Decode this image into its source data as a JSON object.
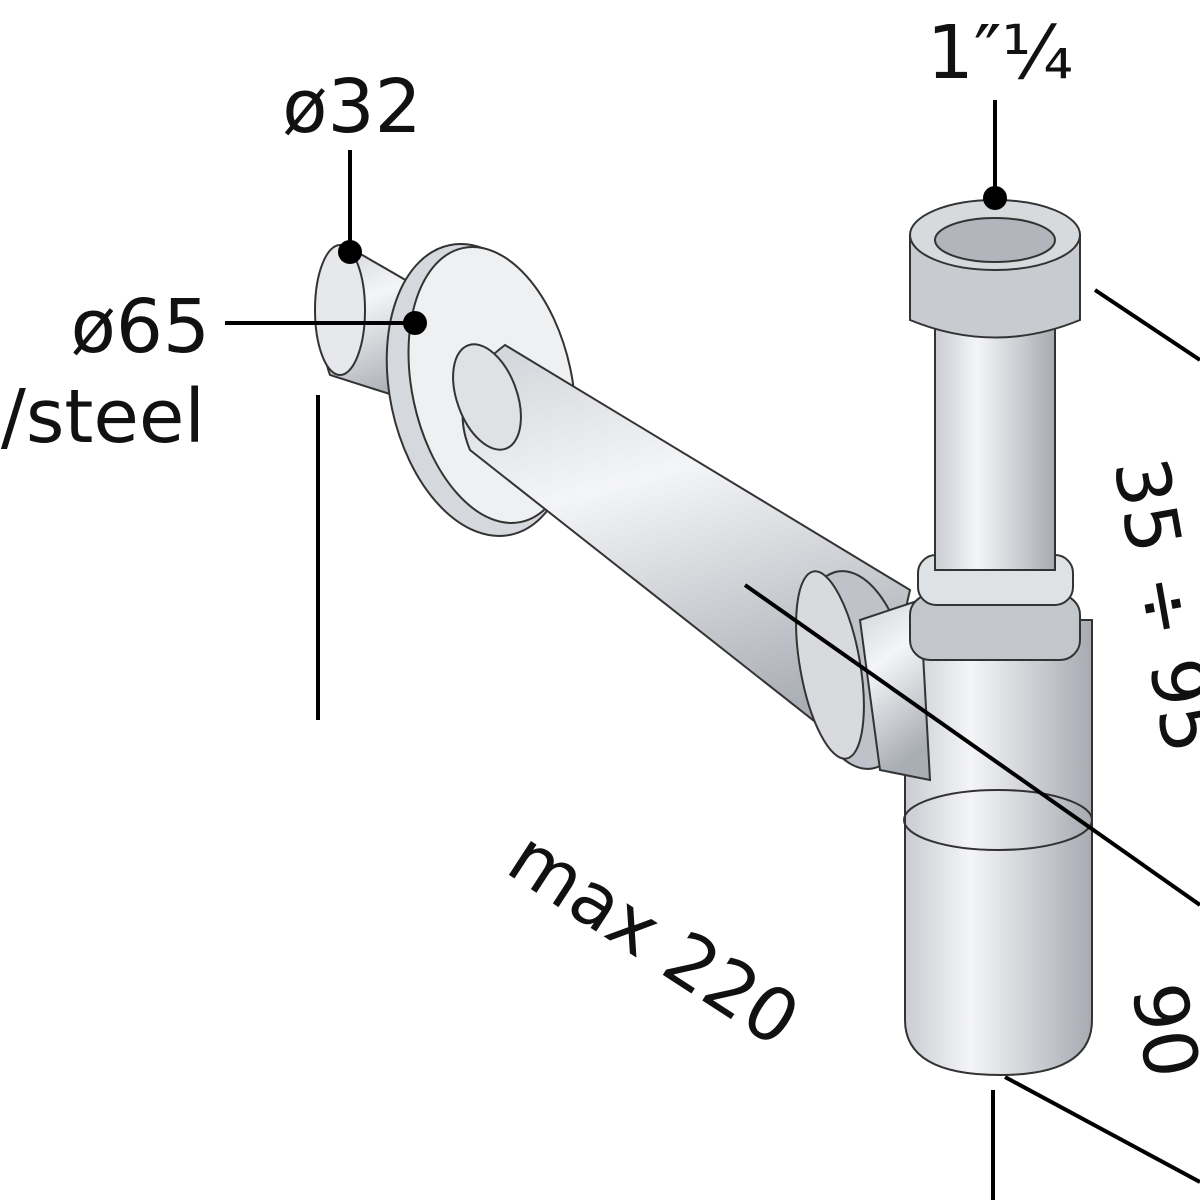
{
  "title": "Bottle trap dimension drawing",
  "labels": {
    "thread": "1″¼",
    "pipe_diameter": "ø32",
    "flange_diameter": "ø65",
    "material": "s/steel",
    "height_range": "35 ÷ 95",
    "max_length": "max 220",
    "depth": "90"
  },
  "colors": {
    "metal_light": "#f2f3f5",
    "metal_mid": "#c9ccd2",
    "metal_dark": "#9ea3ab",
    "line": "#000000"
  }
}
